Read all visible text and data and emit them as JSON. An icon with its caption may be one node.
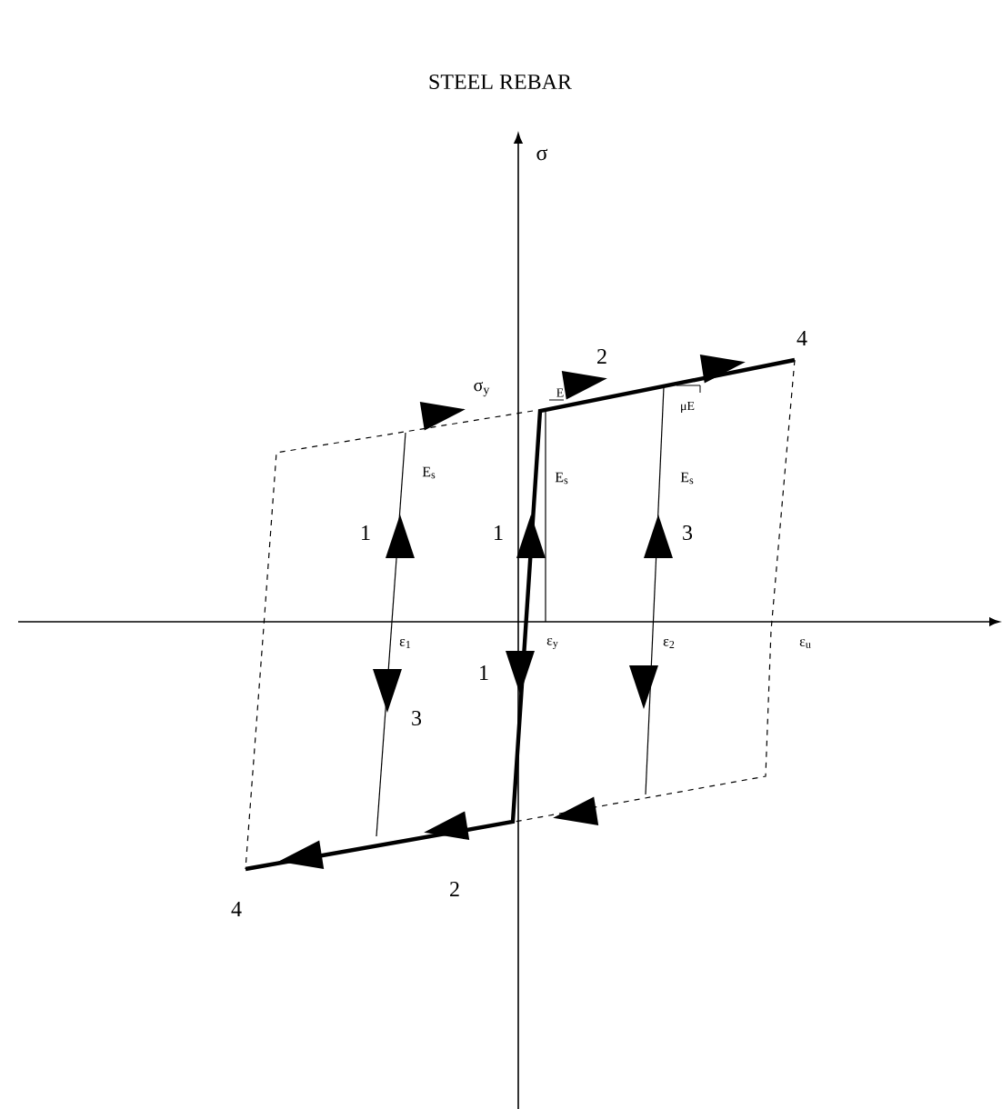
{
  "diagram": {
    "title": "STEEL REBAR",
    "labels": [
      "σ",
      "σ$_{y}$",
      "2",
      "4",
      "E",
      "μE",
      "E$_{s}$",
      "E$_{s}$",
      "E$_{s}$",
      "1",
      "1",
      "3",
      "ε$_{1}$",
      "ε$_{y}$",
      "ε$_{2}$",
      "ε$_{u}$",
      "1",
      "3",
      "2",
      "4"
    ]
  }
}
